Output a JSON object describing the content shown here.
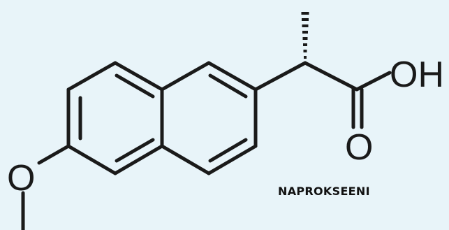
{
  "molecule": {
    "name": "NAPROKSEENI",
    "atoms": {
      "hydroxyl": "OH",
      "carbonyl_oxygen": "O",
      "ether_oxygen": "O"
    }
  },
  "colors": {
    "background": "#e8f4f9",
    "ink": "#1a1a1a"
  }
}
